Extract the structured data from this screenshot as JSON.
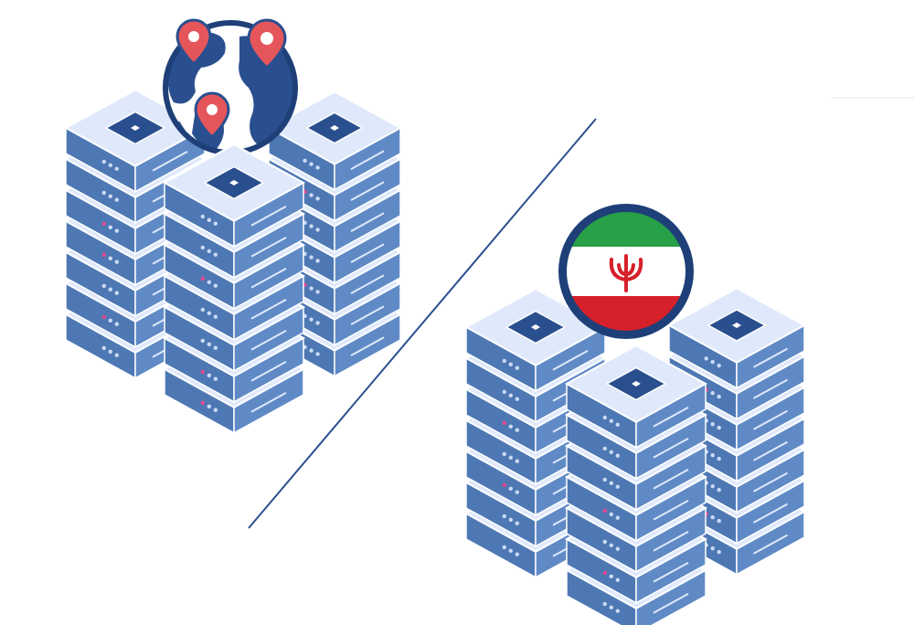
{
  "illustration": {
    "left_group": {
      "name": "global-servers",
      "badge_icon": "globe-with-location-pins-icon",
      "pin_count": 3
    },
    "right_group": {
      "name": "local-servers",
      "badge_icon": "iran-flag-icon"
    },
    "colors": {
      "server_top": "#dfe9fb",
      "server_top_edge": "#ffffff",
      "server_left_side": "#4e78b4",
      "server_right_side": "#5f8ac6",
      "server_slot": "#2a4f8f",
      "server_led_blue": "#cbdaf5",
      "server_led_pink": "#e0498f",
      "globe_body": "#2a4f8f",
      "globe_land": "#ffffff",
      "pin": "#e5565b",
      "flag_green": "#27a047",
      "flag_white": "#ffffff",
      "flag_red": "#d6202a",
      "badge_ring": "#1e3f78",
      "divider": "#2a4f8f"
    }
  }
}
